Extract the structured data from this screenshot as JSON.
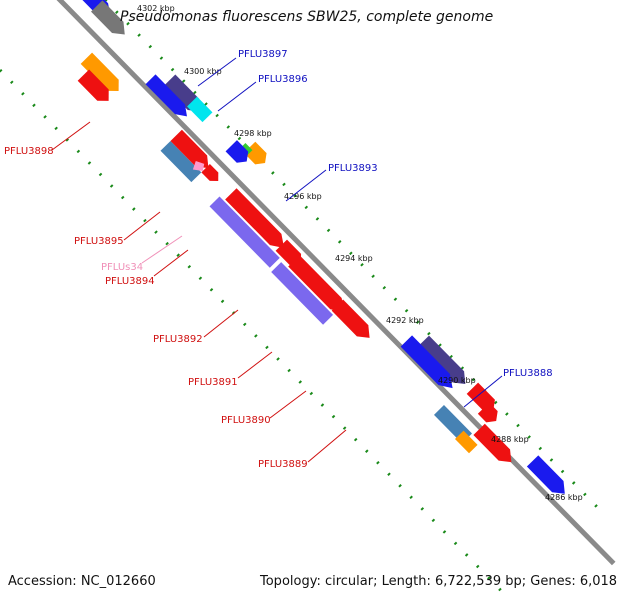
{
  "title": "Pseudomonas fluorescens SBW25, complete genome",
  "footer": {
    "accession": "Accession: NC_012660",
    "summary": "Topology: circular; Length: 6,722,539 bp; Genes: 6,018"
  },
  "ticks": [
    "4302 kbp",
    "4300 kbp",
    "4298 kbp",
    "4296 kbp",
    "4294 kbp",
    "4292 kbp",
    "4290 kbp",
    "4288 kbp",
    "4286 kbp"
  ],
  "genes": {
    "PFLU3897": "PFLU3897",
    "PFLU3896": "PFLU3896",
    "PFLU3893": "PFLU3893",
    "PFLU3888": "PFLU3888",
    "PFLU3898": "PFLU3898",
    "PFLU3895": "PFLU3895",
    "PFLUs34": "PFLUs34",
    "PFLU3894": "PFLU3894",
    "PFLU3892": "PFLU3892",
    "PFLU3891": "PFLU3891",
    "PFLU3890": "PFLU3890",
    "PFLU3889": "PFLU3889"
  },
  "colors": {
    "backbone": "#8a8a8a",
    "tick_track": "#1a8a1a",
    "blue": "#1a1aee",
    "slate": "#6a5acd",
    "red": "#ee1111",
    "orange": "#ff9900",
    "cyan": "#00e5ee",
    "steel": "#4682b4",
    "green": "#33cc33",
    "pink": "#ff99cc",
    "gray": "#777777"
  }
}
